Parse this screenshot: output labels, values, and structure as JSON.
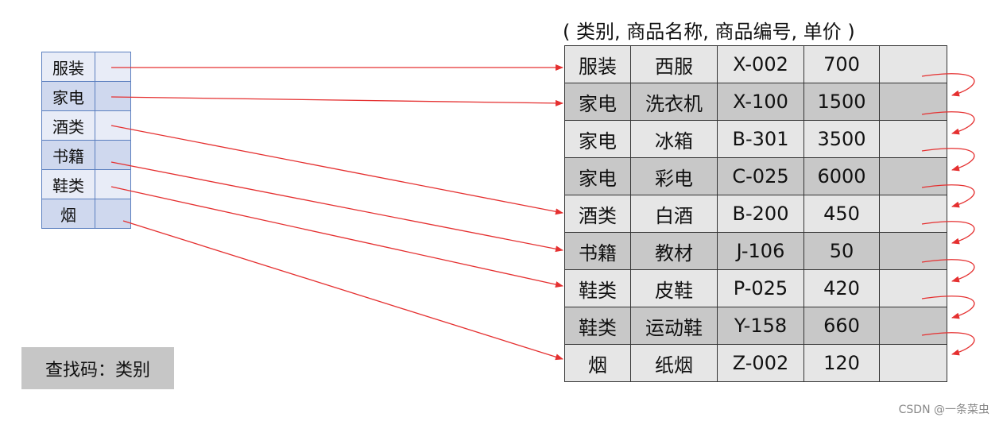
{
  "schema_title": "( 类别, 商品名称, 商品编号, 单价 )",
  "index_categories": [
    "服装",
    "家电",
    "酒类",
    "书籍",
    "鞋类",
    "烟"
  ],
  "products": [
    {
      "category": "服装",
      "name": "西服",
      "code": "X-002",
      "price": "700"
    },
    {
      "category": "家电",
      "name": "洗衣机",
      "code": "X-100",
      "price": "1500"
    },
    {
      "category": "家电",
      "name": "冰箱",
      "code": "B-301",
      "price": "3500"
    },
    {
      "category": "家电",
      "name": "彩电",
      "code": "C-025",
      "price": "6000"
    },
    {
      "category": "酒类",
      "name": "白酒",
      "code": "B-200",
      "price": "450"
    },
    {
      "category": "书籍",
      "name": "教材",
      "code": "J-106",
      "price": "50"
    },
    {
      "category": "鞋类",
      "name": "皮鞋",
      "code": "P-025",
      "price": "420"
    },
    {
      "category": "鞋类",
      "name": "运动鞋",
      "code": "Y-158",
      "price": "660"
    },
    {
      "category": "烟",
      "name": "纸烟",
      "code": "Z-002",
      "price": "120"
    }
  ],
  "lookup_key_label": "查找码：类别",
  "watermark": "CSDN @一条菜虫",
  "colors": {
    "arrow": "#e53030",
    "index_border": "#5b7fbf"
  }
}
